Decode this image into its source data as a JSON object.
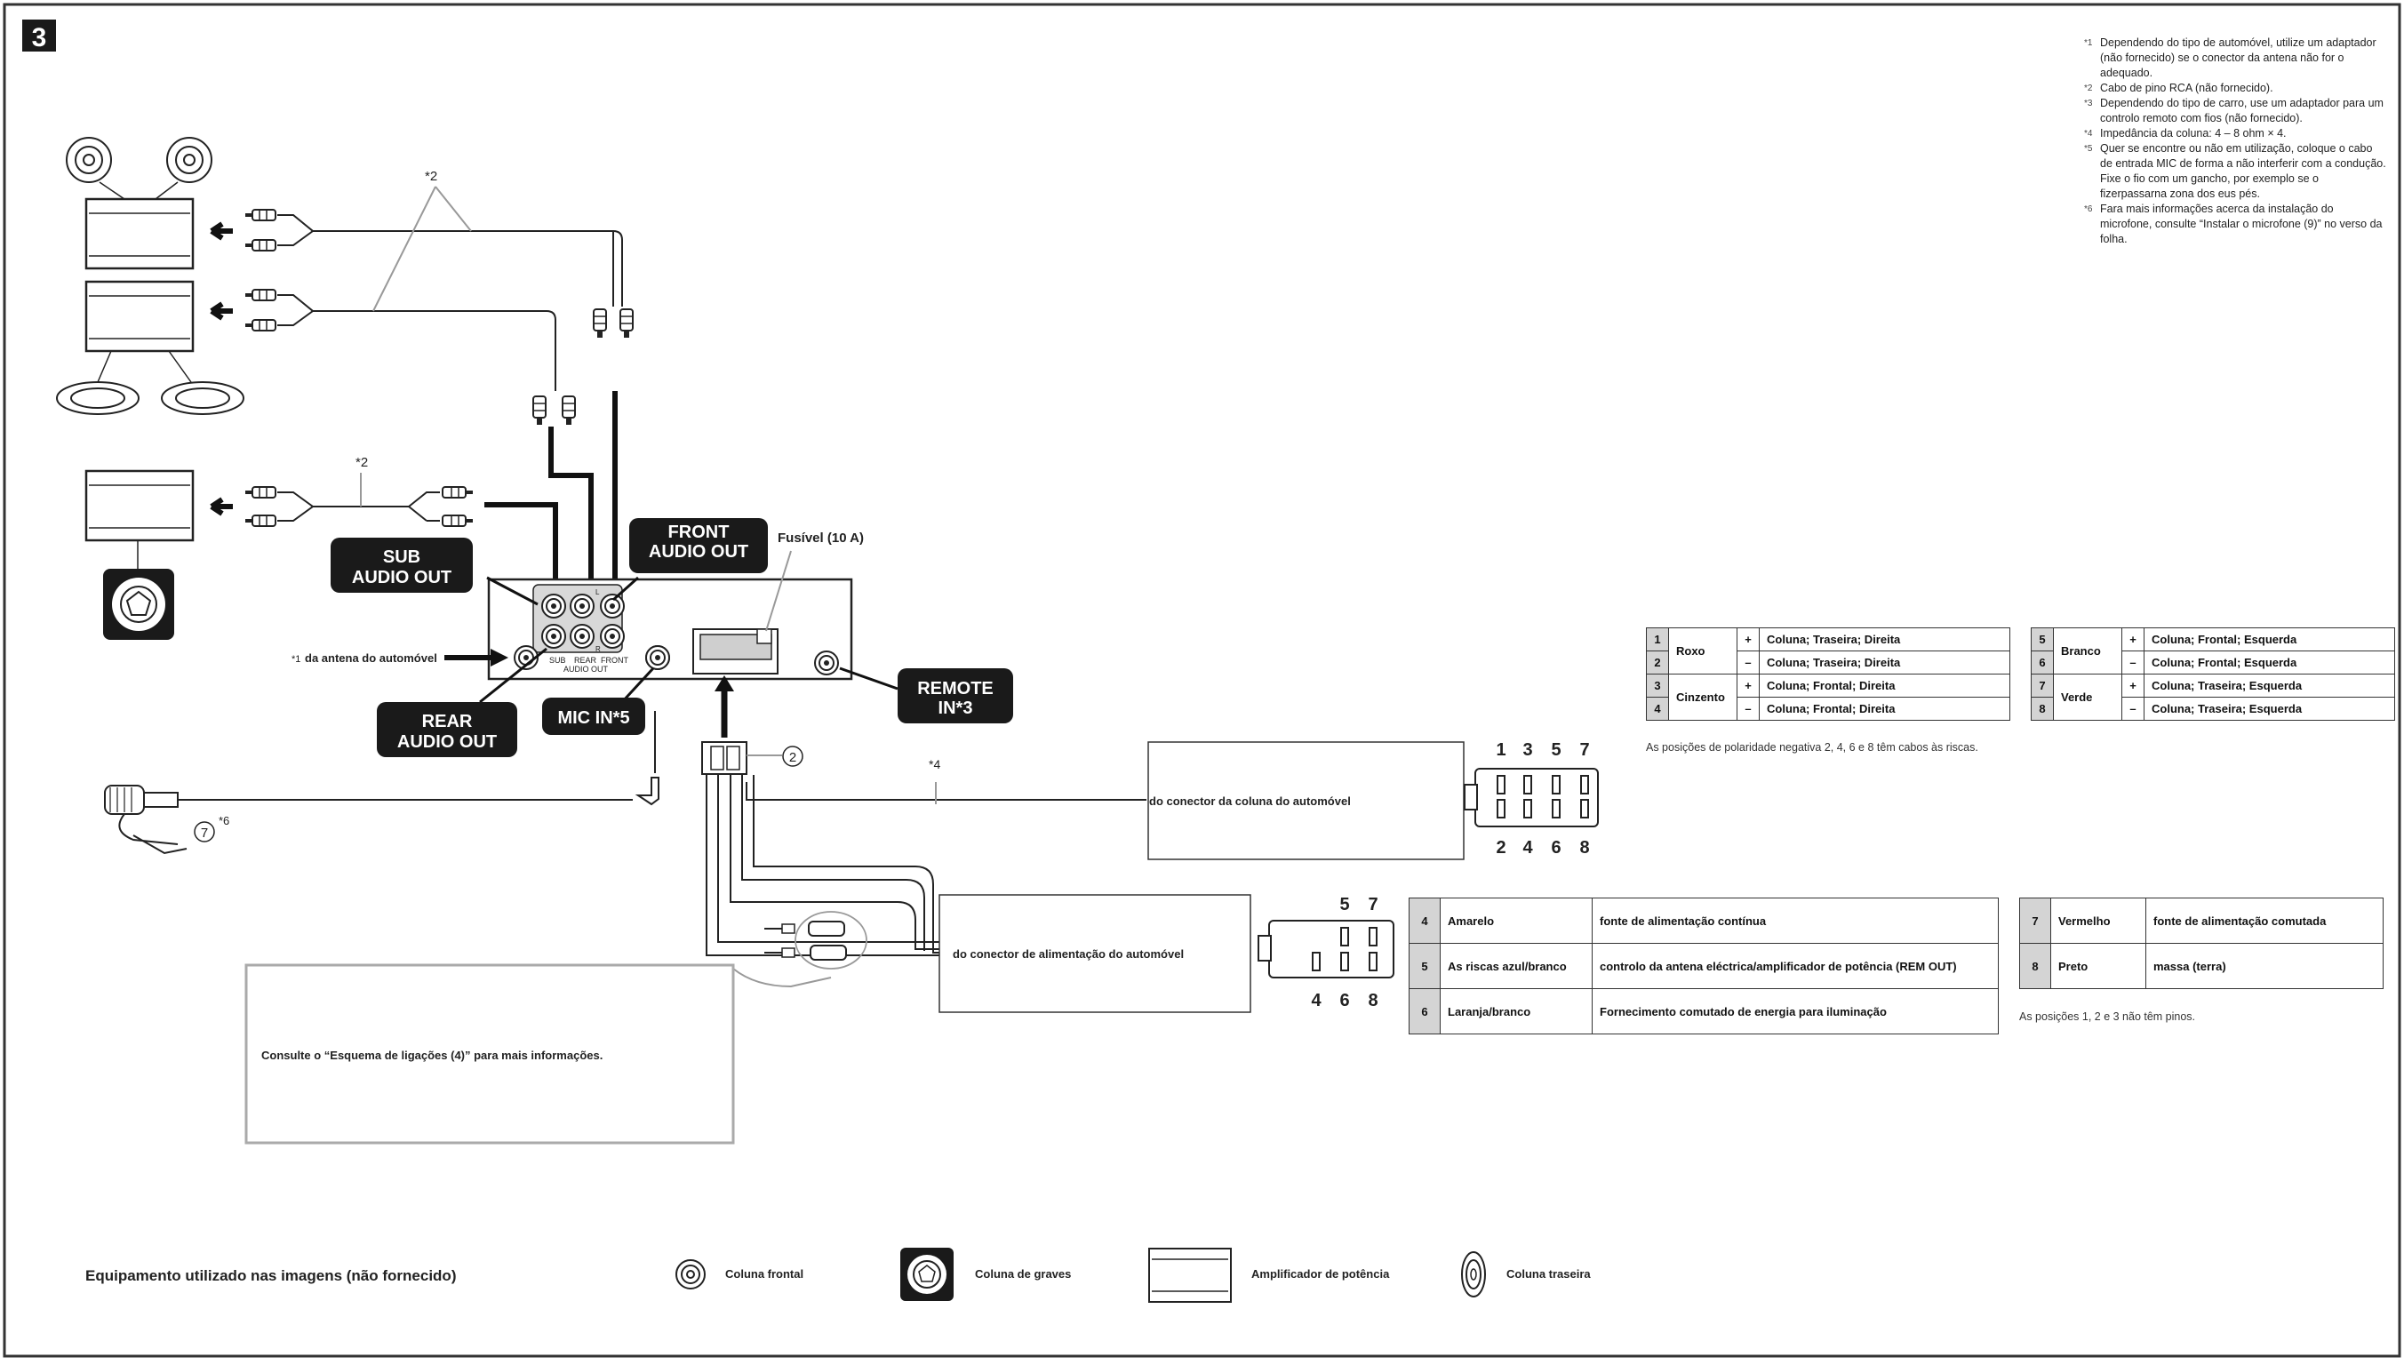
{
  "section_number": "3",
  "labels": {
    "sub_audio_out": [
      "SUB",
      "AUDIO OUT"
    ],
    "front_audio_out": [
      "FRONT",
      "AUDIO OUT"
    ],
    "rear_audio_out": [
      "REAR",
      "AUDIO OUT"
    ],
    "mic_in": "MIC IN*5",
    "remote_in": [
      "REMOTE",
      "IN*3"
    ],
    "fuse": "Fusível (10 A)",
    "antenna": "da antena do automóvel",
    "antenna_mark": "*1",
    "speaker_connector": "do conector da coluna do automóvel",
    "power_connector": "do conector de alimentação do automóvel",
    "see_diagram": "Consulte o “Esquema de ligações (4)” para mais informações.",
    "panel_sub": "SUB",
    "panel_rear": "REAR",
    "panel_front": "FRONT",
    "panel_audio_out": "AUDIO OUT",
    "panel_r": "R",
    "panel_l": "L",
    "mark2": "*2",
    "mark2b": "*2",
    "mark4": "*4",
    "mark6": "*6",
    "callout2": "2",
    "callout7": "7"
  },
  "notes": [
    {
      "mark": "*1",
      "text": "Dependendo do tipo de automóvel, utilize um adaptador (não fornecido) se o conector da antena não for o adequado."
    },
    {
      "mark": "*2",
      "text": "Cabo de pino RCA (não fornecido)."
    },
    {
      "mark": "*3",
      "text": "Dependendo do tipo de carro, use um adaptador para um controlo remoto com fios (não fornecido)."
    },
    {
      "mark": "*4",
      "text": "Impedância da coluna: 4 – 8 ohm × 4."
    },
    {
      "mark": "*5",
      "text": "Quer se encontre ou não em utilização, coloque o cabo de entrada MIC de forma a não interferir com a condução. Fixe o fio com um gancho, por exemplo se o fizerpassarna zona dos eus pés."
    },
    {
      "mark": "*6",
      "text": "Fara mais informações acerca da instalação do microfone, consulte “Instalar o microfone (9)” no verso da folha."
    }
  ],
  "speaker_table_left": [
    {
      "pin": "1",
      "color": "Roxo",
      "pol": "+",
      "desc": "Coluna; Traseira; Direita"
    },
    {
      "pin": "2",
      "color": "",
      "pol": "–",
      "desc": "Coluna; Traseira; Direita"
    },
    {
      "pin": "3",
      "color": "Cinzento",
      "pol": "+",
      "desc": "Coluna; Frontal; Direita"
    },
    {
      "pin": "4",
      "color": "",
      "pol": "–",
      "desc": "Coluna; Frontal; Direita"
    }
  ],
  "speaker_table_right": [
    {
      "pin": "5",
      "color": "Branco",
      "pol": "+",
      "desc": "Coluna; Frontal; Esquerda"
    },
    {
      "pin": "6",
      "color": "",
      "pol": "–",
      "desc": "Coluna; Frontal; Esquerda"
    },
    {
      "pin": "7",
      "color": "Verde",
      "pol": "+",
      "desc": "Coluna; Traseira; Esquerda"
    },
    {
      "pin": "8",
      "color": "",
      "pol": "–",
      "desc": "Coluna; Traseira; Esquerda"
    }
  ],
  "speaker_table_note": "As posições de polaridade negativa 2, 4, 6 e 8 têm cabos às riscas.",
  "power_table_left": [
    {
      "pin": "4",
      "color": "Amarelo",
      "desc": "fonte de alimentação contínua"
    },
    {
      "pin": "5",
      "color": "As riscas azul/branco",
      "desc": "controlo da antena eléctrica/amplificador de potência (REM OUT)"
    },
    {
      "pin": "6",
      "color": "Laranja/branco",
      "desc": "Fornecimento comutado de energia para iluminação"
    }
  ],
  "power_table_right": [
    {
      "pin": "7",
      "color": "Vermelho",
      "desc": "fonte de alimentação comutada"
    },
    {
      "pin": "8",
      "color": "Preto",
      "desc": "massa (terra)"
    }
  ],
  "power_table_note": "As posições 1, 2 e 3 não têm pinos.",
  "pins_speaker_top": [
    "1",
    "3",
    "5",
    "7"
  ],
  "pins_speaker_bottom": [
    "2",
    "4",
    "6",
    "8"
  ],
  "pins_power_top": [
    "5",
    "7"
  ],
  "pins_power_bottom": [
    "4",
    "6",
    "8"
  ],
  "legend": {
    "title": "Equipamento utilizado nas imagens (não fornecido)",
    "front_speaker": "Coluna frontal",
    "subwoofer": "Coluna de graves",
    "amplifier": "Amplificador de potência",
    "rear_speaker": "Coluna traseira"
  }
}
